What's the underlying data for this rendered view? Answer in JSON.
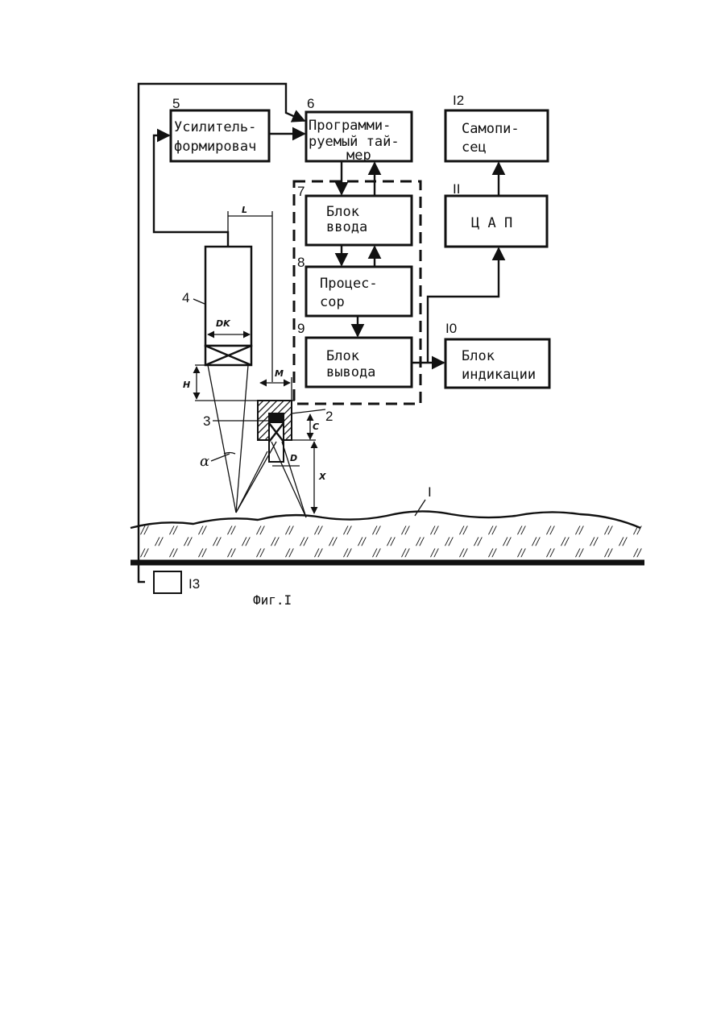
{
  "blocks": {
    "b5": {
      "num": "5",
      "line1": "Усилитель-",
      "line2": "формировач"
    },
    "b6": {
      "num": "6",
      "line1": "Программи-",
      "line2": "руемый тай-",
      "line3": "мер"
    },
    "b7": {
      "num": "7",
      "line1": "Блок",
      "line2": "ввода"
    },
    "b8": {
      "num": "8",
      "line1": "Процес-",
      "line2": "сор"
    },
    "b9": {
      "num": "9",
      "line1": "Блок",
      "line2": "вывода"
    },
    "b10": {
      "num": "I0",
      "line1": "Блок",
      "line2": "индикации"
    },
    "b11": {
      "num": "II",
      "line1": "Ц А П"
    },
    "b12": {
      "num": "I2",
      "line1": "Самопи-",
      "line2": "сец"
    },
    "b13": {
      "num": "I3"
    }
  },
  "labels": {
    "detector": "4",
    "source": "2",
    "collimator": "3",
    "surface": "I"
  },
  "dimensions": {
    "L": "L",
    "DK": "DK",
    "H": "H",
    "M": "M",
    "C": "C",
    "D": "D",
    "X": "X",
    "alpha": "α"
  },
  "soil_mark": "//",
  "caption": "Фиг.I"
}
